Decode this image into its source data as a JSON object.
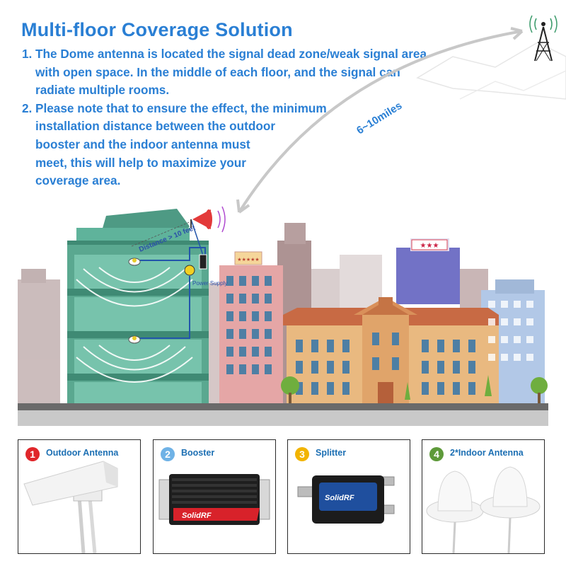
{
  "title": "Multi-floor Coverage Solution",
  "steps": [
    {
      "num": "1.",
      "text": "The Dome antenna is located the signal dead zone/weak signal area with open space. In the middle of each floor, and the signal can radiate multiple rooms."
    },
    {
      "num": "2.",
      "lines": [
        "Please note that to ensure the effect, the minimum",
        "installation distance between the outdoor",
        "booster and the indoor antenna must",
        "meet, this will help to maximize your",
        "coverage area."
      ]
    }
  ],
  "scene": {
    "distance_label": "6~10miles",
    "building_distance_label": "Distance > 10 feet",
    "power_supply_label": "Power Supply",
    "hotel_stars": "★★★",
    "sign_stars": "★★★★★"
  },
  "components": [
    {
      "number": "1",
      "label": "Outdoor Antenna",
      "badge_color": "#e0262a"
    },
    {
      "number": "2",
      "label": "Booster",
      "badge_color": "#6fb2e6",
      "brand": "SolidRF"
    },
    {
      "number": "3",
      "label": "Splitter",
      "badge_color": "#f2b400",
      "brand": "SolidRF"
    },
    {
      "number": "4",
      "label": "2*Indoor Antenna",
      "badge_color": "#5e9a3a"
    }
  ],
  "colors": {
    "accent": "#2a7fd4",
    "main_building": "#5aa890",
    "ground": "#c9c9c9"
  },
  "icons": [
    "cell-tower-icon",
    "dome-antenna-icon",
    "outdoor-antenna-icon",
    "booster-icon",
    "splitter-icon"
  ]
}
